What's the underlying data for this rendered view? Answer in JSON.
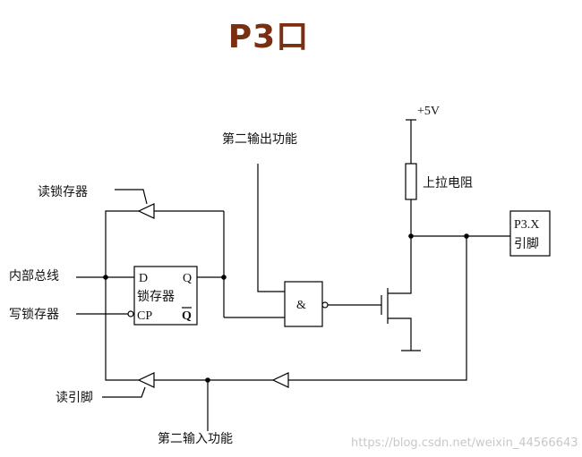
{
  "title": "P3口",
  "labels": {
    "second_output": "第二输出功能",
    "read_latch": "读锁存器",
    "internal_bus": "内部总线",
    "write_latch": "写锁存器",
    "read_pin": "读引脚",
    "second_input": "第二输入功能",
    "vcc": "+5V",
    "pullup": "上拉电阻",
    "pin_line1": "P3.X",
    "pin_line2": "引脚",
    "latch_d": "D",
    "latch_q": "Q",
    "latch_name": "锁存器",
    "latch_cp": "CP",
    "latch_qbar": "Q",
    "nand_symbol": "&"
  },
  "watermark": "https://blog.csdn.net/weixin_44566643",
  "colors": {
    "title": "#7a2e12",
    "line": "#000000",
    "watermark": "#c8c8c8"
  }
}
